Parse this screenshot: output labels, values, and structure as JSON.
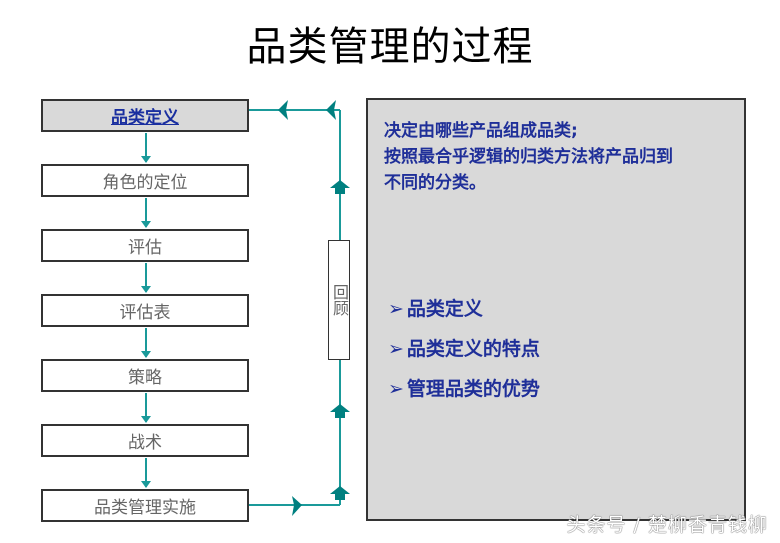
{
  "title": "品类管理的过程",
  "steps": [
    {
      "label": "品类定义",
      "active": true
    },
    {
      "label": "角色的定位",
      "active": false
    },
    {
      "label": "评估",
      "active": false
    },
    {
      "label": "评估表",
      "active": false
    },
    {
      "label": "策略",
      "active": false
    },
    {
      "label": "战术",
      "active": false
    },
    {
      "label": "品类管理实施",
      "active": false
    }
  ],
  "review_label": "回顾",
  "panel": {
    "description_lines": [
      "决定由哪些产品组成品类;",
      "按照最合乎逻辑的归类方法将产品归到",
      "不同的分类。"
    ],
    "bullets": [
      {
        "marker": "➢",
        "text": "品类定义"
      },
      {
        "marker": "➢",
        "text": "品类定义的特点"
      },
      {
        "marker": "➢",
        "text": "管理品类的优势"
      }
    ]
  },
  "watermark": "头条号 / 楚柳香青钱柳",
  "colors": {
    "connector": "#1a9a9a",
    "arrowhead": "#008080",
    "panel_bg": "#d9d9d9",
    "text_blue": "#1f2f99"
  }
}
